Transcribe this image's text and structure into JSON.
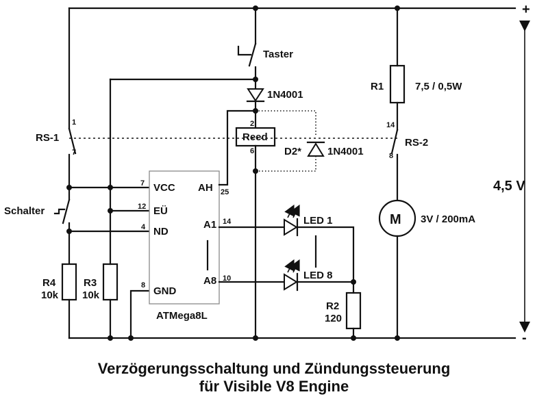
{
  "polarity": {
    "plus": "+",
    "minus": "-"
  },
  "supply_voltage": "4,5 V",
  "taster": "Taster",
  "diode1": {
    "name": "1N4001"
  },
  "reed": {
    "label": "Reed",
    "pin_top": "2",
    "pin_bottom": "6"
  },
  "d2": {
    "name": "D2*",
    "type": "1N4001"
  },
  "relay_switch_1": {
    "name": "RS-1",
    "pin_top": "1",
    "pin_bottom": "7"
  },
  "relay_switch_2": {
    "name": "RS-2",
    "pin_top": "14",
    "pin_bottom": "8"
  },
  "schalter": "Schalter",
  "r1": {
    "name": "R1",
    "value": "7,5 / 0,5W"
  },
  "r2": {
    "name": "R2",
    "value": "120"
  },
  "r3": {
    "name": "R3",
    "value": "10k"
  },
  "r4": {
    "name": "R4",
    "value": "10k"
  },
  "motor": {
    "symbol": "M",
    "rating": "3V / 200mA"
  },
  "led1": "LED 1",
  "led8": "LED 8",
  "ic": {
    "name": "ATMega8L",
    "pins": {
      "vcc": {
        "label": "VCC",
        "num": "7"
      },
      "eu": {
        "label": "EÜ",
        "num": "12"
      },
      "nd": {
        "label": "ND",
        "num": "4"
      },
      "gnd": {
        "label": "GND",
        "num": "8"
      },
      "ah": {
        "label": "AH",
        "num": "25"
      },
      "a1": {
        "label": "A1",
        "num": "14"
      },
      "a8": {
        "label": "A8",
        "num": "10"
      }
    }
  },
  "caption": {
    "line1": "Verzögerungsschaltung und Zündungssteuerung",
    "line2": "für Visible V8 Engine"
  }
}
